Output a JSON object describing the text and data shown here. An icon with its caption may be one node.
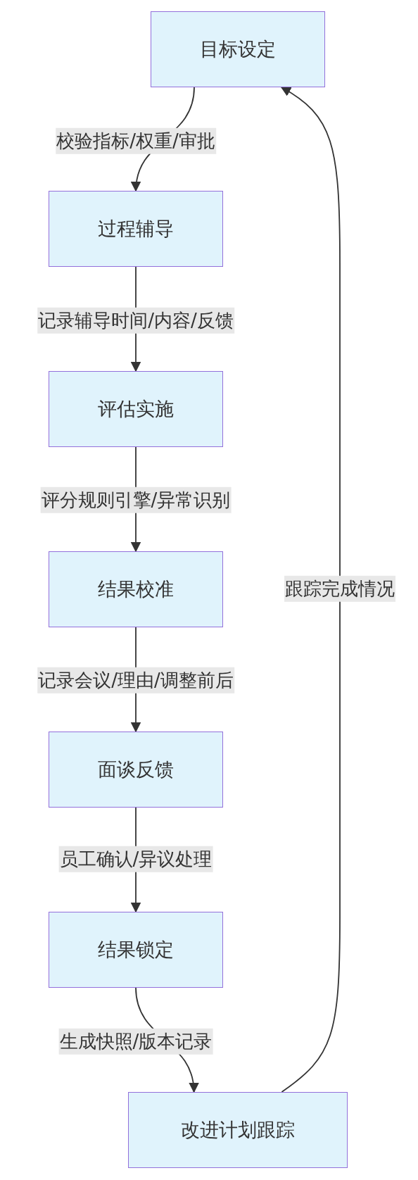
{
  "diagram": {
    "nodes": [
      {
        "text": [
          "目标设定"
        ]
      },
      {
        "text": [
          "过程辅导"
        ]
      },
      {
        "text": [
          "评估实施"
        ]
      },
      {
        "text": [
          "结果校准"
        ]
      },
      {
        "text": [
          "面谈反馈"
        ]
      },
      {
        "text": [
          "结果锁定"
        ]
      },
      {
        "text": [
          "改进计划跟踪"
        ]
      }
    ],
    "edges": [
      {
        "from": 0,
        "to": 1,
        "arrow": "to",
        "label": "校验指标/权重/审批"
      },
      {
        "from": 1,
        "to": 2,
        "arrow": "to",
        "label": "记录辅导时间/内容/反馈"
      },
      {
        "from": 2,
        "to": 3,
        "arrow": "to",
        "label": "评分规则引擎/异常识别"
      },
      {
        "from": 3,
        "to": 4,
        "arrow": "to",
        "label": "记录会议/理由/调整前后"
      },
      {
        "from": 4,
        "to": 5,
        "arrow": "to",
        "label": "员工确认/异议处理"
      },
      {
        "from": 5,
        "to": 6,
        "arrow": "to",
        "label": "生成快照/版本记录"
      },
      {
        "from": 6,
        "to": 0,
        "arrow": "to",
        "label": "跟踪完成情况"
      }
    ]
  }
}
